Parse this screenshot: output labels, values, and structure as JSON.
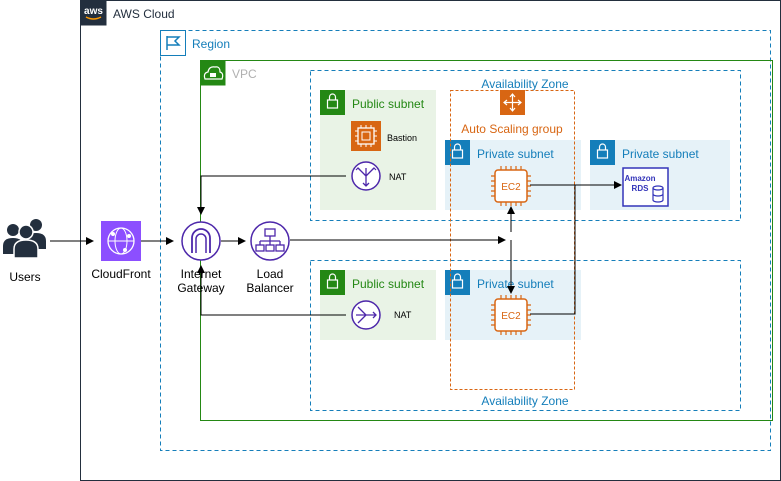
{
  "cloud": {
    "title": "AWS Cloud",
    "logo_text": "aws"
  },
  "region": {
    "title": "Region"
  },
  "vpc": {
    "title": "VPC"
  },
  "az_top": {
    "title": "Availability Zone"
  },
  "az_bottom": {
    "title": "Availability Zone"
  },
  "asg": {
    "title": "Auto Scaling group"
  },
  "subnets": {
    "public_top": "Public subnet",
    "public_bottom": "Public subnet",
    "private_top": "Private subnet",
    "private_top_right": "Private subnet",
    "private_bottom": "Private subnet"
  },
  "nodes": {
    "users": "Users",
    "cloudfront": "CloudFront",
    "igw_line1": "Internet",
    "igw_line2": "Gateway",
    "lb_line1": "Load",
    "lb_line2": "Balancer",
    "bastion": "Bastion",
    "nat_top": "NAT",
    "nat_bottom": "NAT",
    "ec2_top": "EC2",
    "ec2_bottom": "EC2",
    "rds_line1": "Amazon",
    "rds_line2": "RDS"
  },
  "colors": {
    "cloud_border": "#232F3E",
    "region_border": "#147EBA",
    "vpc_border": "#248814",
    "az_border": "#147EBA",
    "asg_border": "#D86613",
    "public_subnet_fill": "#E9F3E6",
    "private_subnet_fill": "#E6F2F8",
    "compute_orange": "#D86613",
    "network_purple": "#4D27AA",
    "cloudfront_purple": "#8C4FFF",
    "db_navy": "#3334B9"
  }
}
